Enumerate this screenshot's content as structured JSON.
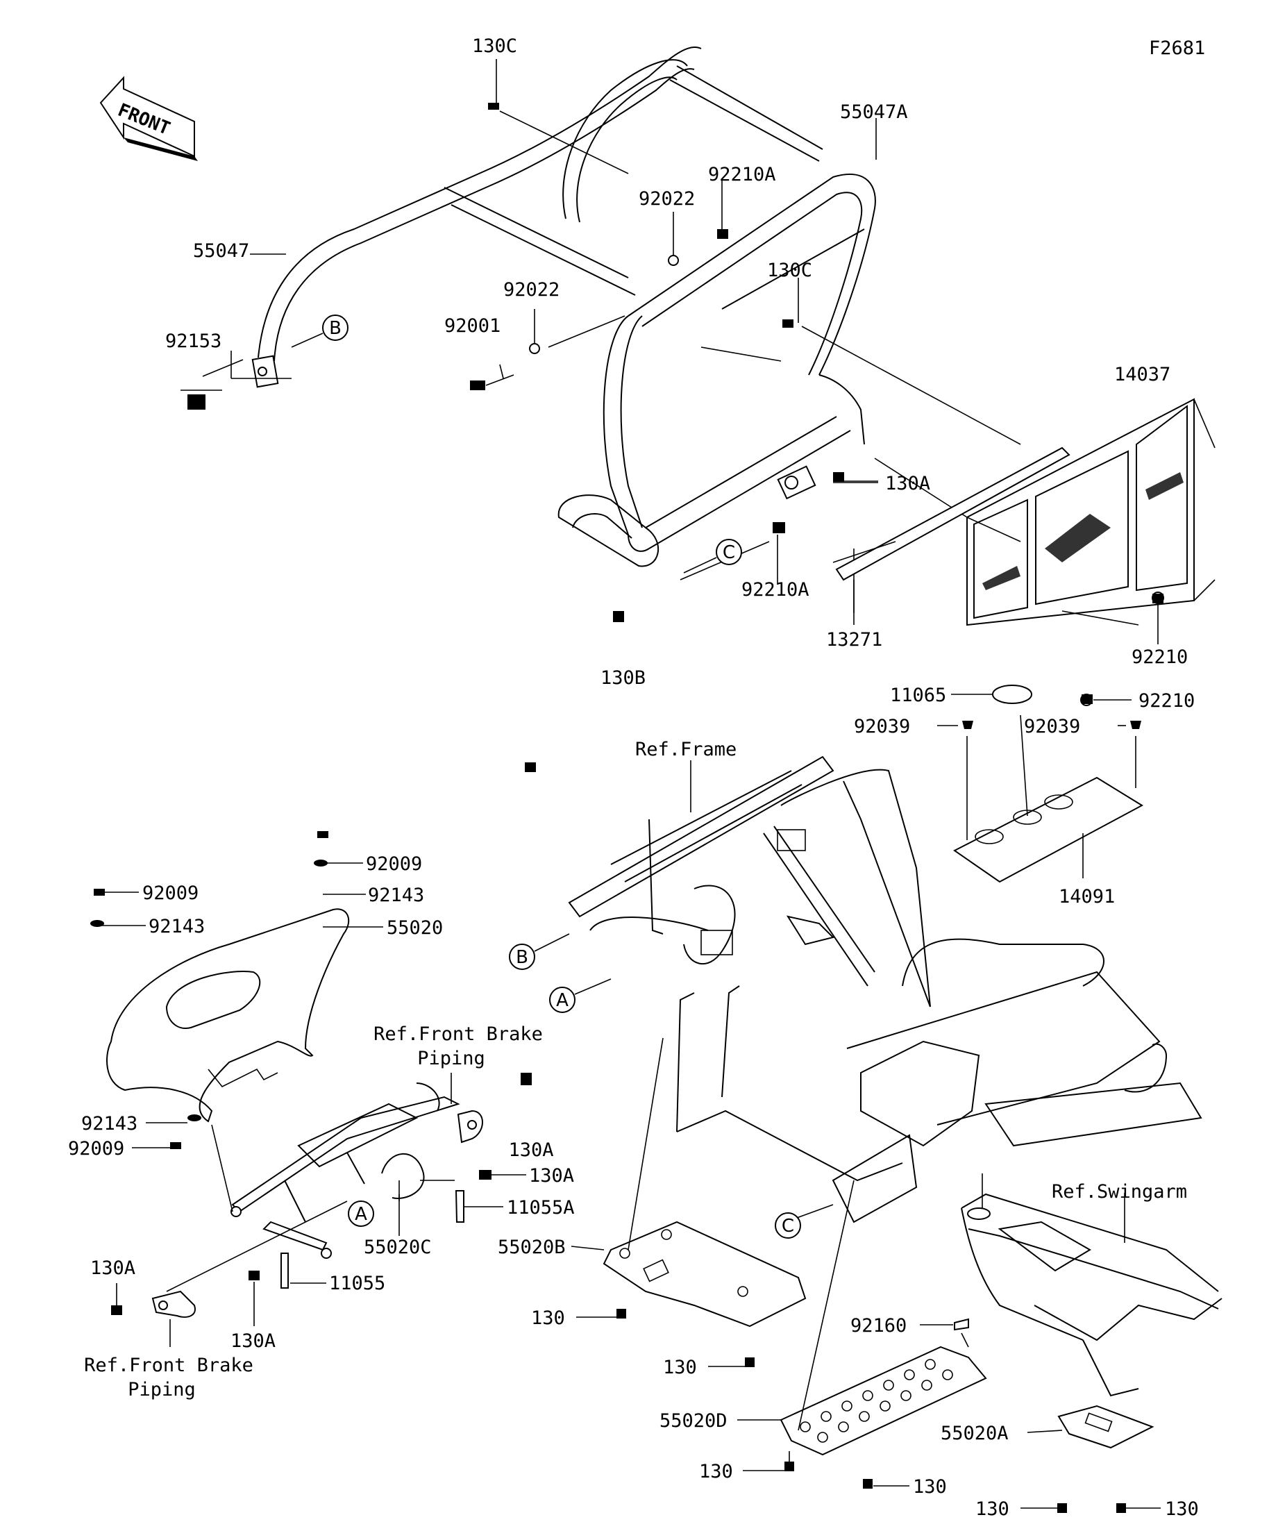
{
  "figure_id": "F2681",
  "front_arrow": {
    "label": "FRONT",
    "icon": "front-direction-arrow-icon"
  },
  "callouts": {
    "c130C_top": "130C",
    "c55047A": "55047A",
    "c92210A_top": "92210A",
    "c92022_top": "92022",
    "c55047": "55047",
    "c92022_mid": "92022",
    "c92001": "92001",
    "c130C_mid": "130C",
    "c92153": "92153",
    "c14037": "14037",
    "c130A_frame": "130A",
    "c92210A_low": "92210A",
    "c13271": "13271",
    "c130B": "130B",
    "c92210_a": "92210",
    "c92210_b": "92210",
    "c11065": "11065",
    "c92039_left": "92039",
    "c92039_right": "92039",
    "c14091": "14091",
    "c92009_a": "92009",
    "c92143_a": "92143",
    "c55020": "55020",
    "c92009_b": "92009",
    "c92143_b": "92143",
    "c92143_c": "92143",
    "c92009_c": "92009",
    "c130A_bracket": "130A",
    "c130A_bracket2": "130A",
    "c11055A": "11055A",
    "c55020C": "55020C",
    "c55020B": "55020B",
    "c11055": "11055",
    "c130A_left": "130A",
    "c130A_bottom": "130A",
    "c130_b1": "130",
    "c130_b2": "130",
    "c92160": "92160",
    "c55020D": "55020D",
    "c130_d1": "130",
    "c130_d2": "130",
    "c55020A": "55020A",
    "c130_a1": "130",
    "c130_a2": "130"
  },
  "references": {
    "ref_frame": "Ref.Frame",
    "ref_swingarm": "Ref.Swingarm",
    "ref_brake_top_line1": "Ref.Front Brake",
    "ref_brake_top_line2": "Piping",
    "ref_brake_bottom_line1": "Ref.Front Brake",
    "ref_brake_bottom_line2": "Piping"
  },
  "connectors": {
    "A_top": "A",
    "A_mid": "A",
    "B_top": "B",
    "B_mid": "B",
    "C_top": "C",
    "C_mid": "C"
  }
}
